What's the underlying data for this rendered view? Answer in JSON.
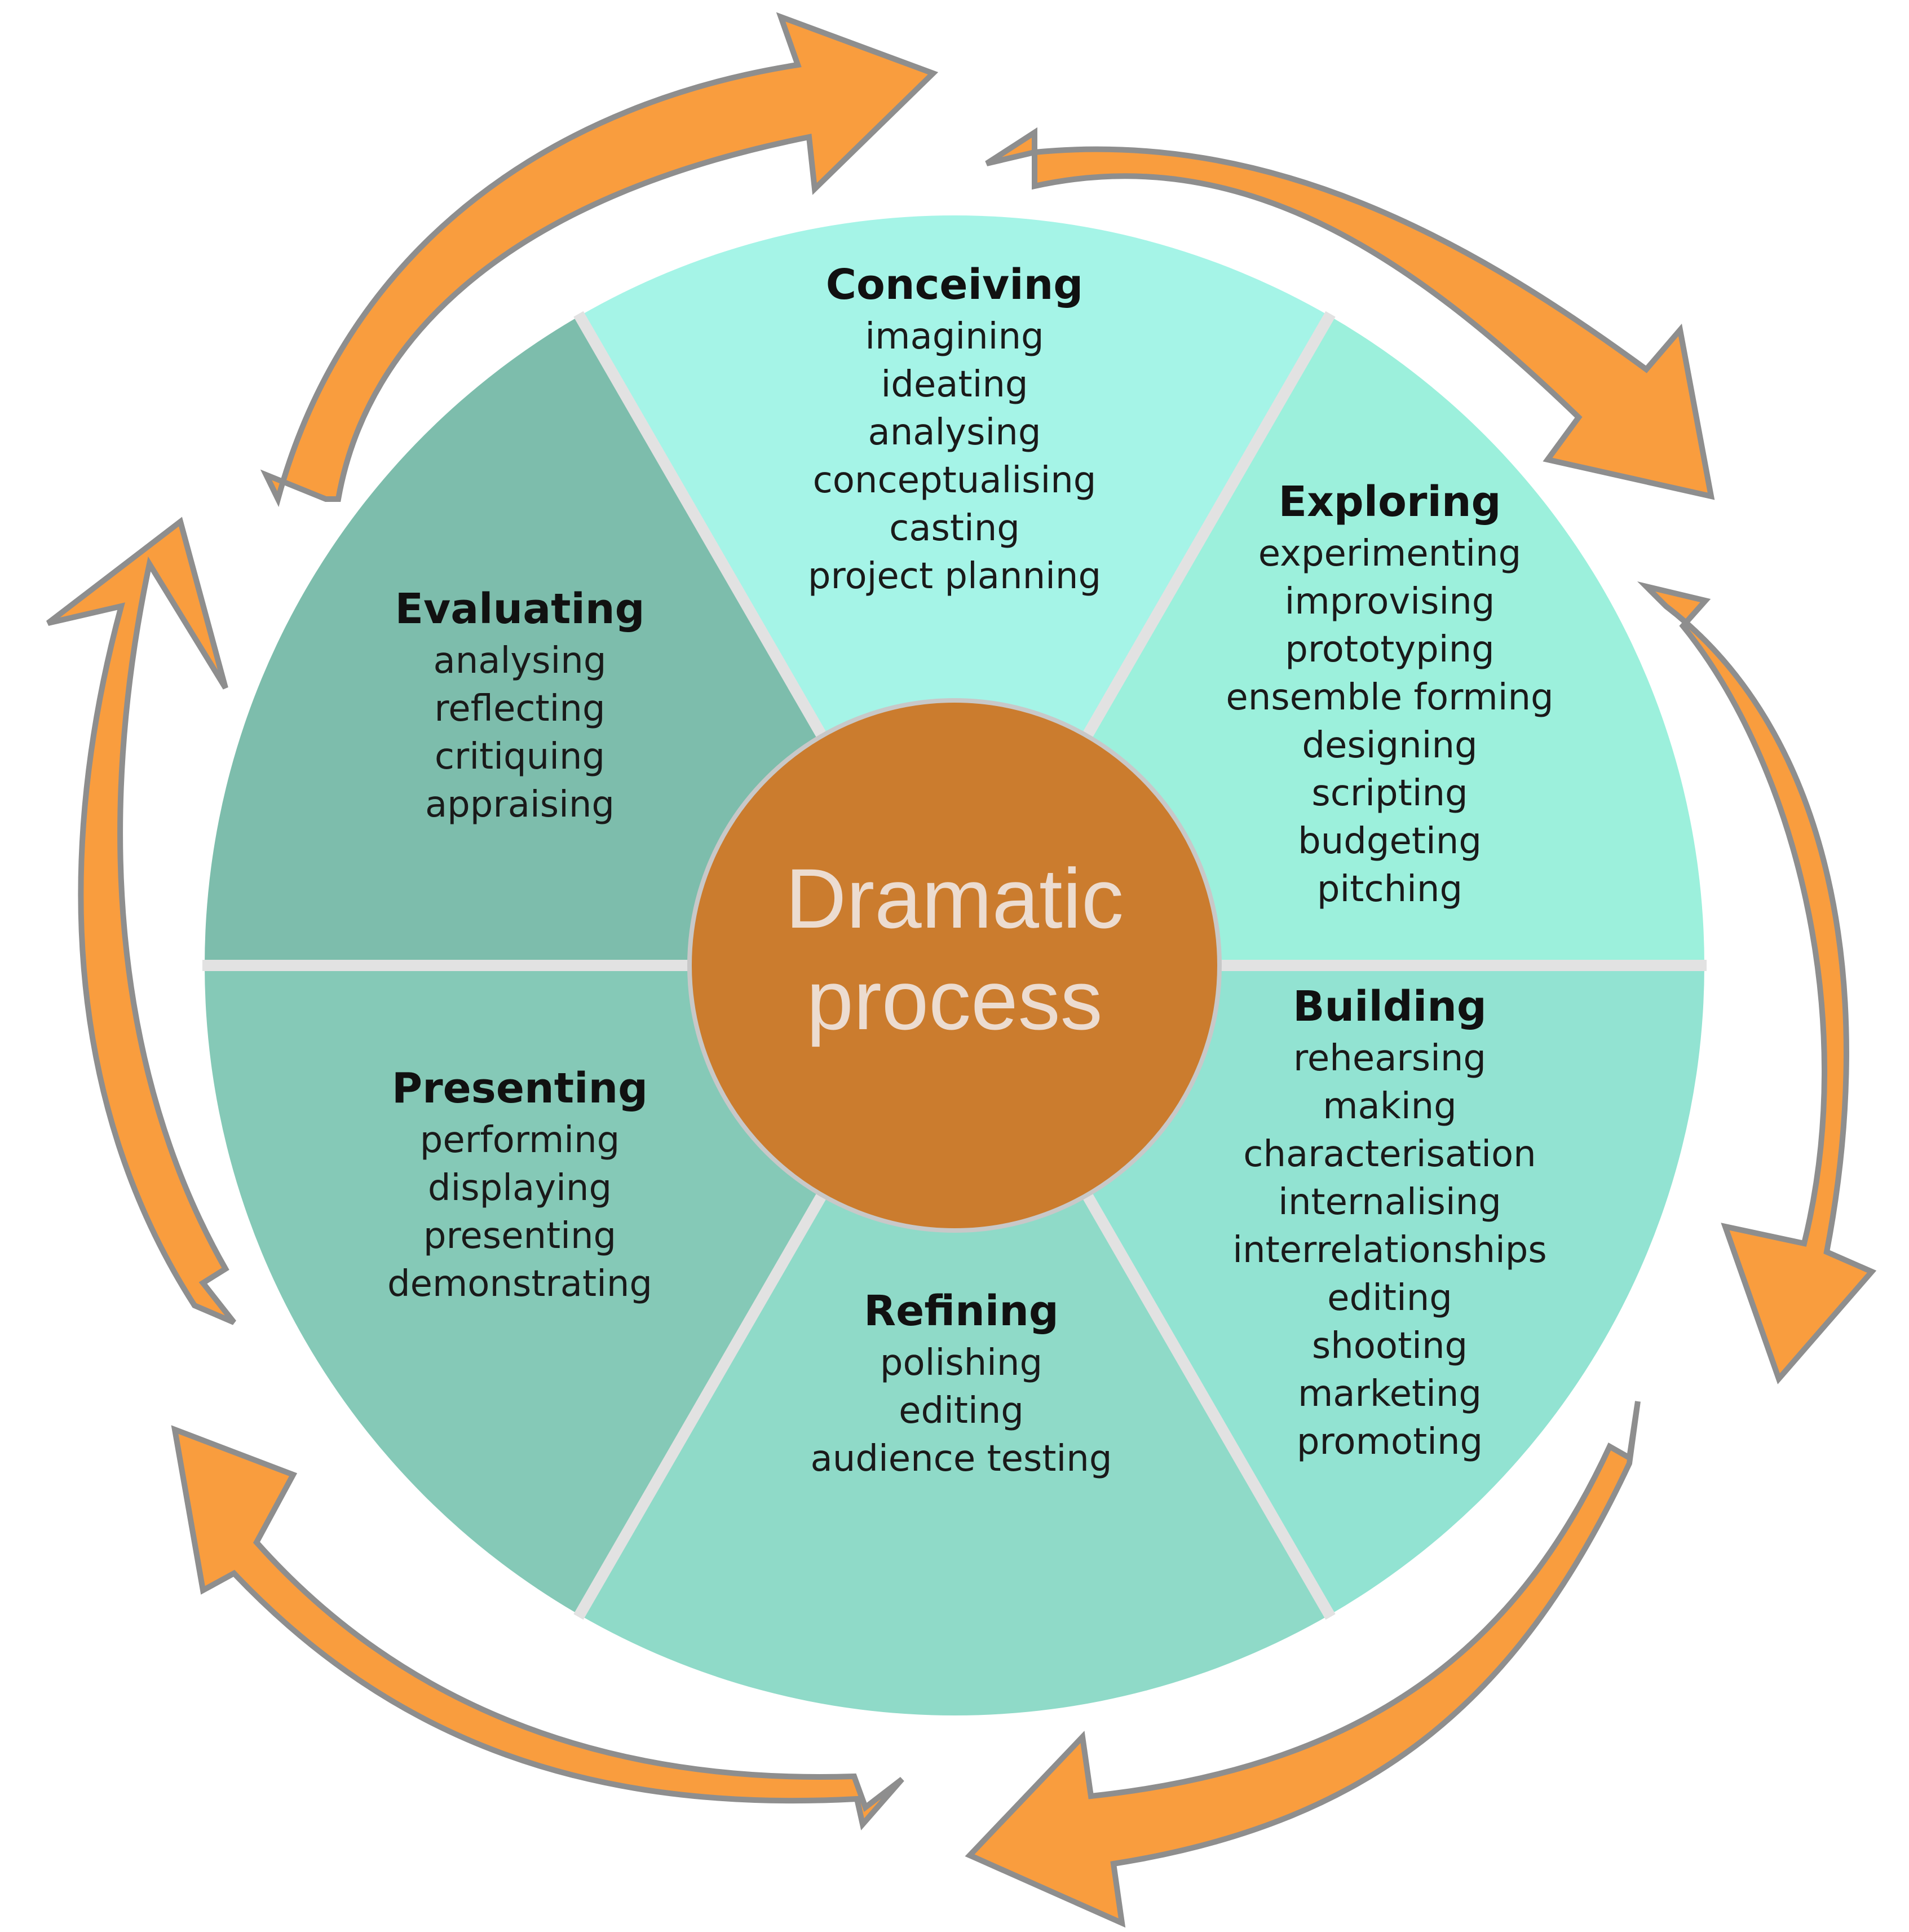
{
  "center": {
    "line1": "Dramatic",
    "line2": "process",
    "color": "#cb7c2e"
  },
  "colors": {
    "arrow": "#f99d3e",
    "arrow_outline": "#8e8e8e",
    "divider": "#e2e2e2"
  },
  "stages": [
    {
      "title": "Conceiving",
      "items": [
        "imagining",
        "ideating",
        "analysing",
        "conceptualising",
        "casting",
        "project planning"
      ],
      "color": "#a5f4e7"
    },
    {
      "title": "Exploring",
      "items": [
        "experimenting",
        "improvising",
        "prototyping",
        "ensemble forming",
        "designing",
        "scripting",
        "budgeting",
        "pitching"
      ],
      "color": "#9cf0dc"
    },
    {
      "title": "Building",
      "items": [
        "rehearsing",
        "making",
        "characterisation",
        "internalising",
        "interrelationships",
        "editing",
        "shooting",
        "marketing",
        "promoting"
      ],
      "color": "#92e3d2"
    },
    {
      "title": "Refining",
      "items": [
        "polishing",
        "editing",
        "audience testing"
      ],
      "color": "#8fdac8"
    },
    {
      "title": "Presenting",
      "items": [
        "performing",
        "displaying",
        "presenting",
        "demonstrating"
      ],
      "color": "#85c9b7"
    },
    {
      "title": "Evaluating",
      "items": [
        "analysing",
        "reflecting",
        "critiquing",
        "appraising"
      ],
      "color": "#7dbdac"
    }
  ]
}
